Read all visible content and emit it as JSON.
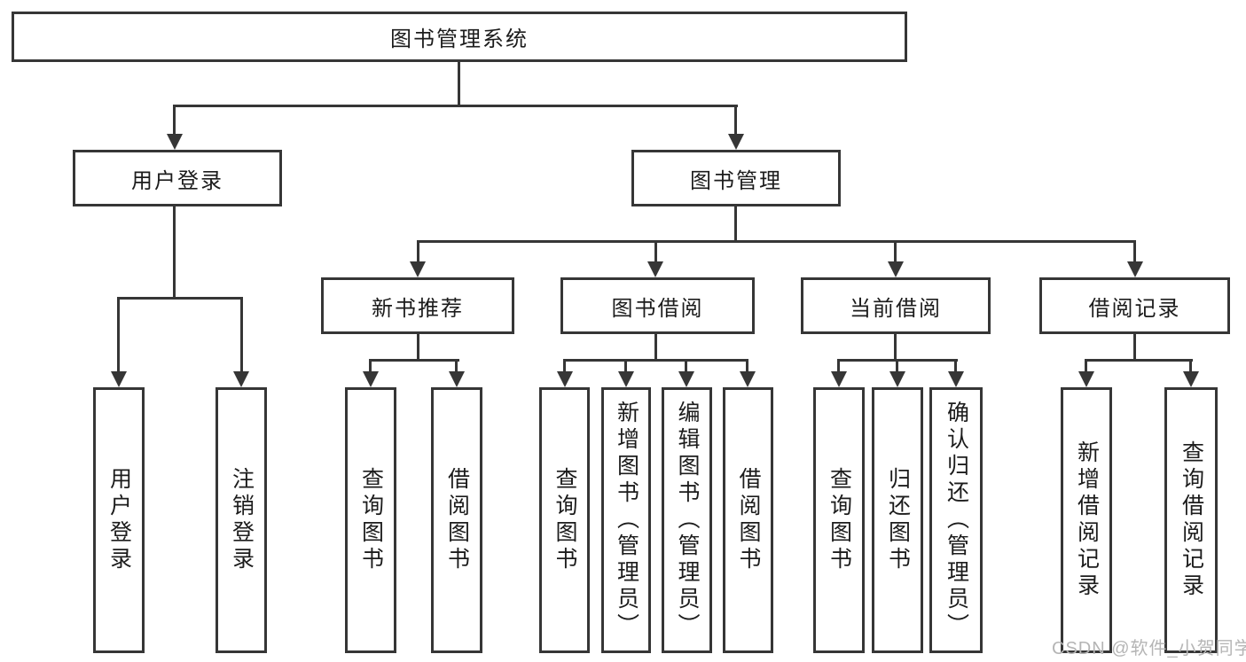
{
  "root": {
    "label": "图书管理系统"
  },
  "level2": {
    "user_login": {
      "label": "用户登录"
    },
    "book_management": {
      "label": "图书管理"
    }
  },
  "level3": {
    "new_book_recommend": {
      "label": "新书推荐"
    },
    "book_borrowing": {
      "label": "图书借阅"
    },
    "current_borrowing": {
      "label": "当前借阅"
    },
    "borrowing_records": {
      "label": "借阅记录"
    }
  },
  "leaves": {
    "user_login": {
      "label": "用户登录"
    },
    "logout": {
      "label": "注销登录"
    },
    "recommend_query_book": {
      "label": "查询图书"
    },
    "recommend_borrow_book": {
      "label": "借阅图书"
    },
    "borrowing_query_book": {
      "label": "查询图书"
    },
    "borrowing_add_book": {
      "label": "新增图书（管理员）"
    },
    "borrowing_edit_book": {
      "label": "编辑图书（管理员）"
    },
    "borrowing_borrow_book": {
      "label": "借阅图书"
    },
    "current_query_book": {
      "label": "查询图书"
    },
    "current_return_book": {
      "label": "归还图书"
    },
    "current_confirm_return": {
      "label": "确认归还（管理员）"
    },
    "records_add_record": {
      "label": "新增借阅记录"
    },
    "records_query_record": {
      "label": "查询借阅记录"
    }
  },
  "watermark": {
    "text": "CSDN @软件_小贺同学"
  },
  "colors": {
    "line": "#363636",
    "text": "#1c1c1c",
    "watermark": "#b5b5b5",
    "background": "#ffffff"
  }
}
